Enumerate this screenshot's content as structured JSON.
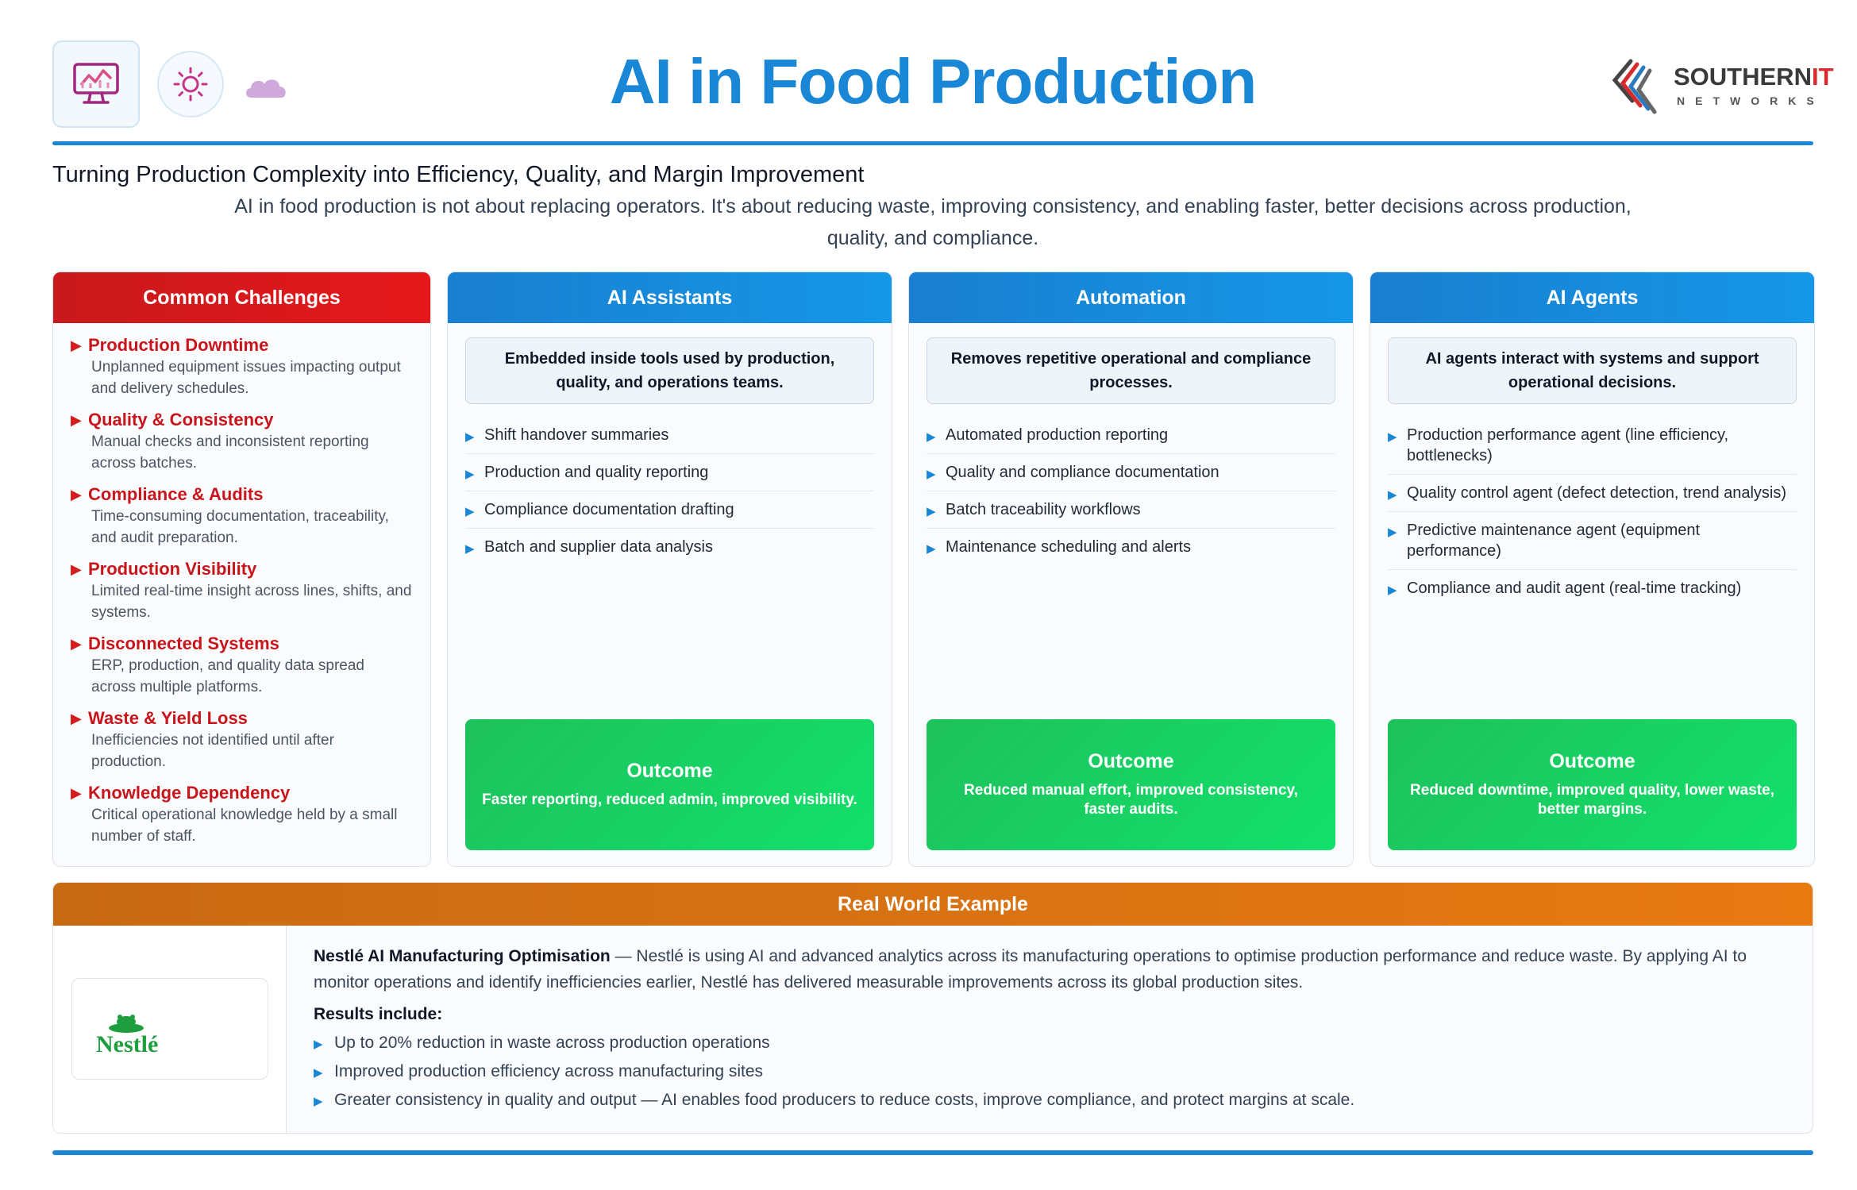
{
  "header": {
    "title": "AI in Food Production",
    "logo_name": "SOUTHERN",
    "logo_name_accent": "IT",
    "logo_sub": "NETWORKS",
    "icons": [
      "monitor-chart-icon",
      "sun-gear-icon",
      "cloud-icon"
    ]
  },
  "subtitle": "Turning Production Complexity into Efficiency, Quality, and Margin Improvement",
  "intro": "AI in food production is not about replacing operators. It's about reducing waste, improving consistency, and enabling faster, better decisions across production, quality, and compliance.",
  "challenges": {
    "title": "Common Challenges",
    "items": [
      {
        "title": "Production Downtime",
        "desc": "Unplanned equipment issues impacting output and delivery schedules."
      },
      {
        "title": "Quality & Consistency",
        "desc": "Manual checks and inconsistent reporting across batches."
      },
      {
        "title": "Compliance & Audits",
        "desc": "Time-consuming documentation, traceability, and audit preparation."
      },
      {
        "title": "Production Visibility",
        "desc": "Limited real-time insight across lines, shifts, and systems."
      },
      {
        "title": "Disconnected Systems",
        "desc": "ERP, production, and quality data spread across multiple platforms."
      },
      {
        "title": "Waste & Yield Loss",
        "desc": "Inefficiencies not identified until after production."
      },
      {
        "title": "Knowledge Dependency",
        "desc": "Critical operational knowledge held by a small number of staff."
      }
    ]
  },
  "assistants": {
    "title": "AI Assistants",
    "summary": "Embedded inside tools used by production, quality, and operations teams.",
    "items": [
      "Shift handover summaries",
      "Production and quality reporting",
      "Compliance documentation drafting",
      "Batch and supplier data analysis"
    ],
    "outcome_title": "Outcome",
    "outcome_text": "Faster reporting, reduced admin, improved visibility."
  },
  "automation": {
    "title": "Automation",
    "summary": "Removes repetitive operational and compliance processes.",
    "items": [
      "Automated production reporting",
      "Quality and compliance documentation",
      "Batch traceability workflows",
      "Maintenance scheduling and alerts"
    ],
    "outcome_title": "Outcome",
    "outcome_text": "Reduced manual effort, improved consistency, faster audits."
  },
  "agents": {
    "title": "AI Agents",
    "summary": "AI agents interact with systems and support operational decisions.",
    "items": [
      "Production performance agent (line efficiency, bottlenecks)",
      "Quality control agent (defect detection, trend analysis)",
      "Predictive maintenance agent (equipment performance)",
      "Compliance and audit agent (real-time tracking)"
    ],
    "outcome_title": "Outcome",
    "outcome_text": "Reduced downtime, improved quality, lower waste, better margins."
  },
  "example": {
    "title": "Real World Example",
    "brand": "Nestlé",
    "lead": "Nestlé AI Manufacturing Optimisation",
    "text": " — Nestlé is using AI and advanced analytics across its manufacturing operations to optimise production performance and reduce waste. By applying AI to monitor operations and identify inefficiencies earlier, Nestlé has delivered measurable improvements across its global production sites.",
    "results_label": "Results include:",
    "results": [
      "Up to 20% reduction in waste across production operations",
      "Improved production efficiency across manufacturing sites",
      "Greater consistency in quality and output — AI enables food producers to reduce costs, improve compliance, and protect margins at scale."
    ]
  },
  "colors": {
    "accent_blue": "#1a87d6",
    "challenge_red": "#c8151b",
    "outcome_green": "#1ec15c",
    "example_orange": "#e87a12"
  }
}
